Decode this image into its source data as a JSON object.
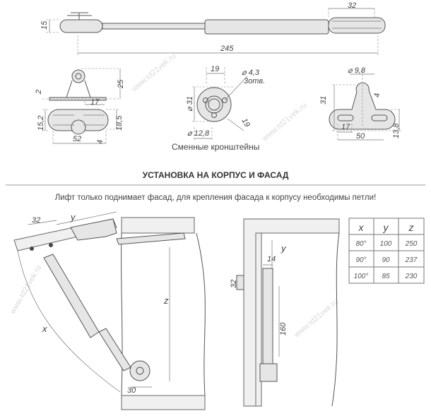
{
  "watermark": "www.td21vek.ru",
  "spring": {
    "height": "15",
    "end_length": "32",
    "length": "245"
  },
  "bracket_left": {
    "d1": "2",
    "d2": "25",
    "d3": "17",
    "d4": "15,2",
    "d5": "18,5",
    "d6": "4",
    "d7": "52"
  },
  "bracket_center": {
    "d1": "19",
    "d2": "⌀ 4,3",
    "d3": "3отв.",
    "d4": "⌀ 31",
    "d5": "19",
    "d6": "⌀ 12,8"
  },
  "bracket_right": {
    "d1": "⌀ 9,8",
    "d2": "31",
    "d3": "4",
    "d4": "17",
    "d5": "50",
    "d6": "13,8"
  },
  "caption": "Сменные кронштейны",
  "section_title": "УСТАНОВКА НА КОРПУС И ФАСАД",
  "note": "Лифт только поднимает фасад, для крепления фасада к корпусу необходимы петли!",
  "install_left": {
    "d32": "32",
    "y": "y",
    "x": "x",
    "z": "z",
    "d30": "30"
  },
  "install_mid": {
    "d14": "14",
    "y": "y",
    "d32": "32",
    "d160": "160"
  },
  "table": {
    "headers": [
      "x",
      "y",
      "z"
    ],
    "rows": [
      [
        "80°",
        "100",
        "250"
      ],
      [
        "90°",
        "90",
        "237"
      ],
      [
        "100°",
        "85",
        "230"
      ]
    ]
  }
}
